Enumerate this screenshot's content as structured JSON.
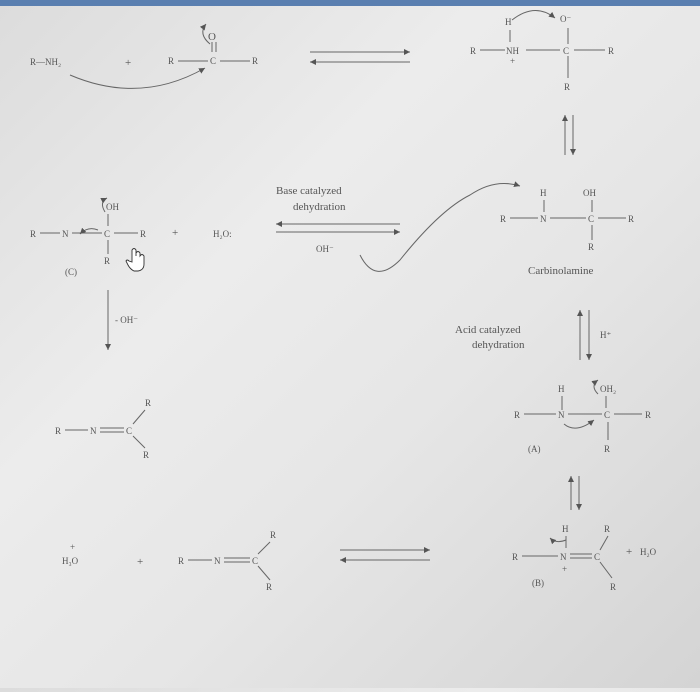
{
  "reaction1": {
    "amine": "R—NH₂",
    "plus": "+",
    "carbonyl_o": "O",
    "carbonyl_r_left": "R",
    "carbonyl_c": "C",
    "carbonyl_r_right": "R",
    "adduct_h": "H",
    "adduct_o": "O⁻",
    "adduct_r": "R",
    "adduct_nh": "NH",
    "adduct_c": "C",
    "adduct_r_right": "R",
    "adduct_r_bottom": "R",
    "plus_charge": "+"
  },
  "reaction2": {
    "label_c": "(C)",
    "oh": "OH",
    "n": "N",
    "c": "C",
    "r_left": "R",
    "r_right": "R",
    "r_bottom": "R",
    "plus": "+",
    "water": "H₂O:",
    "base_label_line1": "Base catalyzed",
    "base_label_line2": "dehydration",
    "oh_minus": "OH⁻",
    "carb_h": "H",
    "carb_oh": "OH",
    "carb_r_left": "R",
    "carb_n": "N",
    "carb_c": "C",
    "carb_r_right": "R",
    "carb_r_bottom": "R",
    "carbinolamine": "Carbinolamine"
  },
  "left_column": {
    "loss_oh": "- OH⁻",
    "imine_r": "R",
    "imine_n": "N",
    "imine_c": "C",
    "imine_r_top": "R",
    "imine_r_bottom": "R"
  },
  "acid_step": {
    "label_line1": "Acid catalyzed",
    "label_line2": "dehydration",
    "h_plus": "H⁺",
    "a_h": "H",
    "a_oh2": "OH₂",
    "a_r_left": "R",
    "a_n": "N",
    "a_c": "C",
    "a_r_right": "R",
    "a_r_bottom": "R",
    "label_a": "(A)"
  },
  "final_row": {
    "h3o": "H₃O",
    "h3o_charge": "+",
    "plus1": "+",
    "imine_r": "R",
    "imine_n": "N",
    "imine_c": "C",
    "imine_r_top": "R",
    "imine_r_bottom": "R",
    "b_h": "H",
    "b_r_left": "R",
    "b_n": "N",
    "b_c": "C",
    "b_r_top": "R",
    "b_r_bottom": "R",
    "b_charge": "+",
    "plus2": "+",
    "water": "H₂O",
    "label_b": "(B)"
  }
}
